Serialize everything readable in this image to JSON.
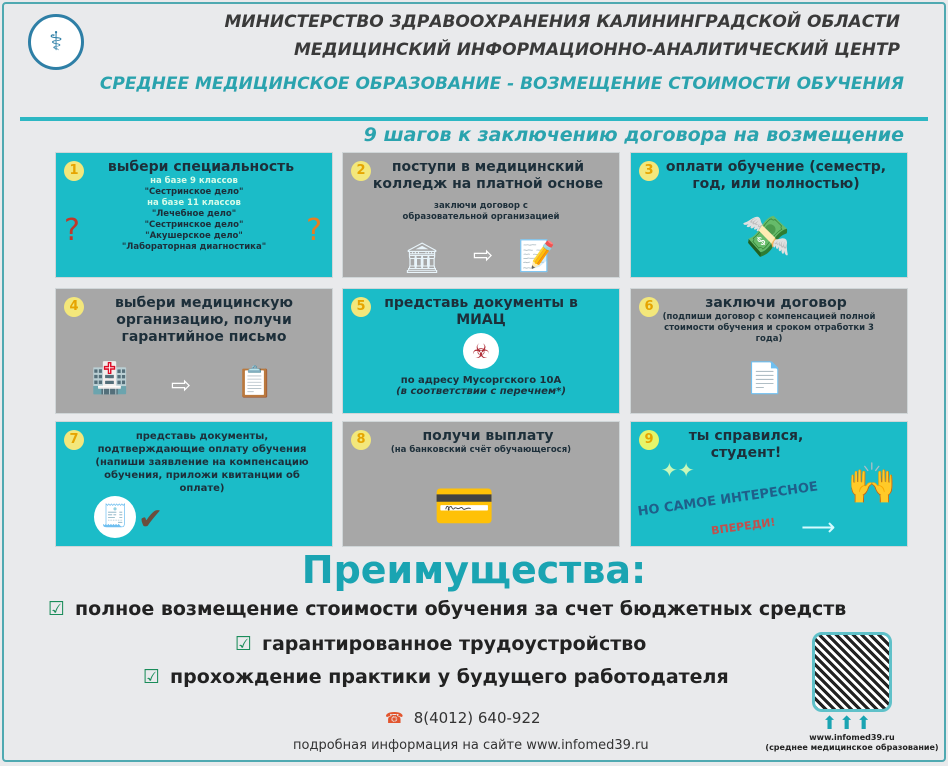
{
  "header": {
    "line1": "МИНИСТЕРСТВО ЗДРАВООХРАНЕНИЯ КАЛИНИНГРАДСКОЙ ОБЛАСТИ",
    "line2": "МЕДИЦИНСКИЙ ИНФОРМАЦИОННО-АНАЛИТИЧЕСКИЙ ЦЕНТР",
    "line3": "СРЕДНЕЕ МЕДИЦИНСКОЕ ОБРАЗОВАНИЕ - ВОЗМЕЩЕНИЕ СТОИМОСТИ ОБУЧЕНИЯ"
  },
  "steps_title": "9 шагов к заключению договора на возмещение",
  "steps": [
    {
      "n": "1",
      "title": "выбери специальность",
      "lines": [
        "на базе 9 классов",
        "\"Сестринское дело\"",
        "на базе 11 классов",
        "\"Лечебное дело\"",
        "\"Сестринское дело\"",
        "\"Акушерское дело\"",
        "\"Лабораторная диагностика\""
      ]
    },
    {
      "n": "2",
      "title": "поступи в медицинский колледж на платной основе",
      "sub": "заключи договор с образовательной организацией"
    },
    {
      "n": "3",
      "title": "оплати обучение (семестр, год, или полностью)"
    },
    {
      "n": "4",
      "title": "выбери медицинскую организацию, получи гарантийное письмо"
    },
    {
      "n": "5",
      "title": "представь документы в МИАЦ",
      "sub": "по адресу Мусоргского 10А",
      "sub2": "(в соответствии с перечнем*)"
    },
    {
      "n": "6",
      "title": "заключи договор",
      "sub": "(подпиши договор с компенсацией полной стоимости обучения и сроком отработки 3 года)"
    },
    {
      "n": "7",
      "title": "представь документы, подтверждающие оплату обучения (напиши заявление на компенсацию обучения, приложи квитанции об оплате)"
    },
    {
      "n": "8",
      "title": "получи выплату",
      "sub": "(на банковский счёт обучающегося)"
    },
    {
      "n": "9",
      "title": "ты справился, студент!",
      "slogan": "НО САМОЕ ИНТЕРЕСНОЕ",
      "slogan2": "ВПЕРЕДИ!"
    }
  ],
  "advantages": {
    "title": "Преимущества:",
    "items": [
      "полное возмещение стоимости обучения за счет бюджетных средств",
      "гарантированное трудоустройство",
      "прохождение практики у будущего работодателя"
    ]
  },
  "contact": {
    "phone": "8(4012) 640-922",
    "site": "подробная информация на сайте www.infomed39.ru",
    "qr_url": "www.infomed39.ru",
    "qr_caption": "(среднее медицинское образование)"
  }
}
